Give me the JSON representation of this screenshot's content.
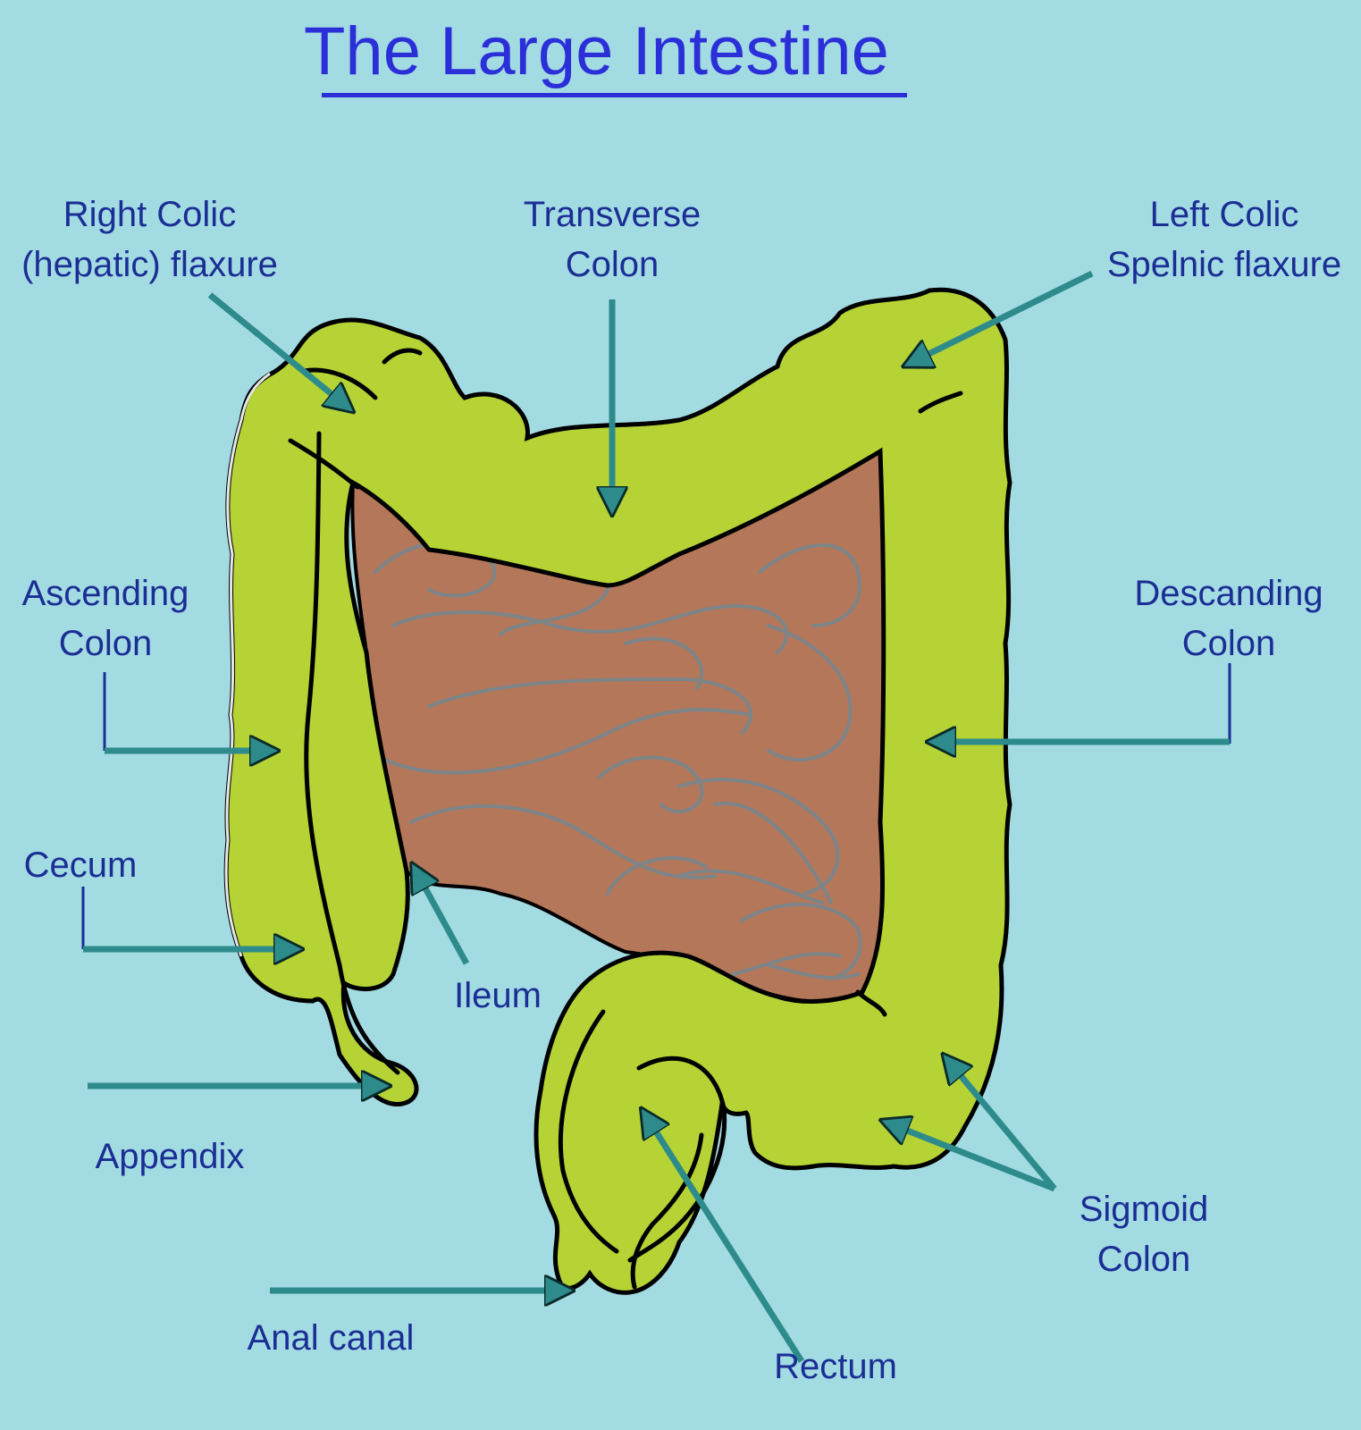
{
  "title": "The Large Intestine",
  "labels": {
    "right_colic": [
      "Right Colic",
      "(hepatic) flaxure"
    ],
    "transverse": [
      "Transverse",
      "Colon"
    ],
    "left_colic": [
      "Left Colic",
      "Spelnic flaxure"
    ],
    "ascending": [
      "Ascending",
      "Colon"
    ],
    "descending": [
      "Descanding",
      "Colon"
    ],
    "cecum": "Cecum",
    "ileum": "Ileum",
    "appendix": "Appendix",
    "anal_canal": "Anal canal",
    "rectum": "Rectum",
    "sigmoid": [
      "Sigmoid",
      "Colon"
    ]
  },
  "colors": {
    "background": "#a3dbe3",
    "colon_fill": "#b5d335",
    "small_intestine_fill": "#b5775a",
    "coil_lines": "#7d8588",
    "arrow": "#2e8b8b",
    "label_text": "#1a2e94",
    "title_text": "#2b2fd8"
  }
}
